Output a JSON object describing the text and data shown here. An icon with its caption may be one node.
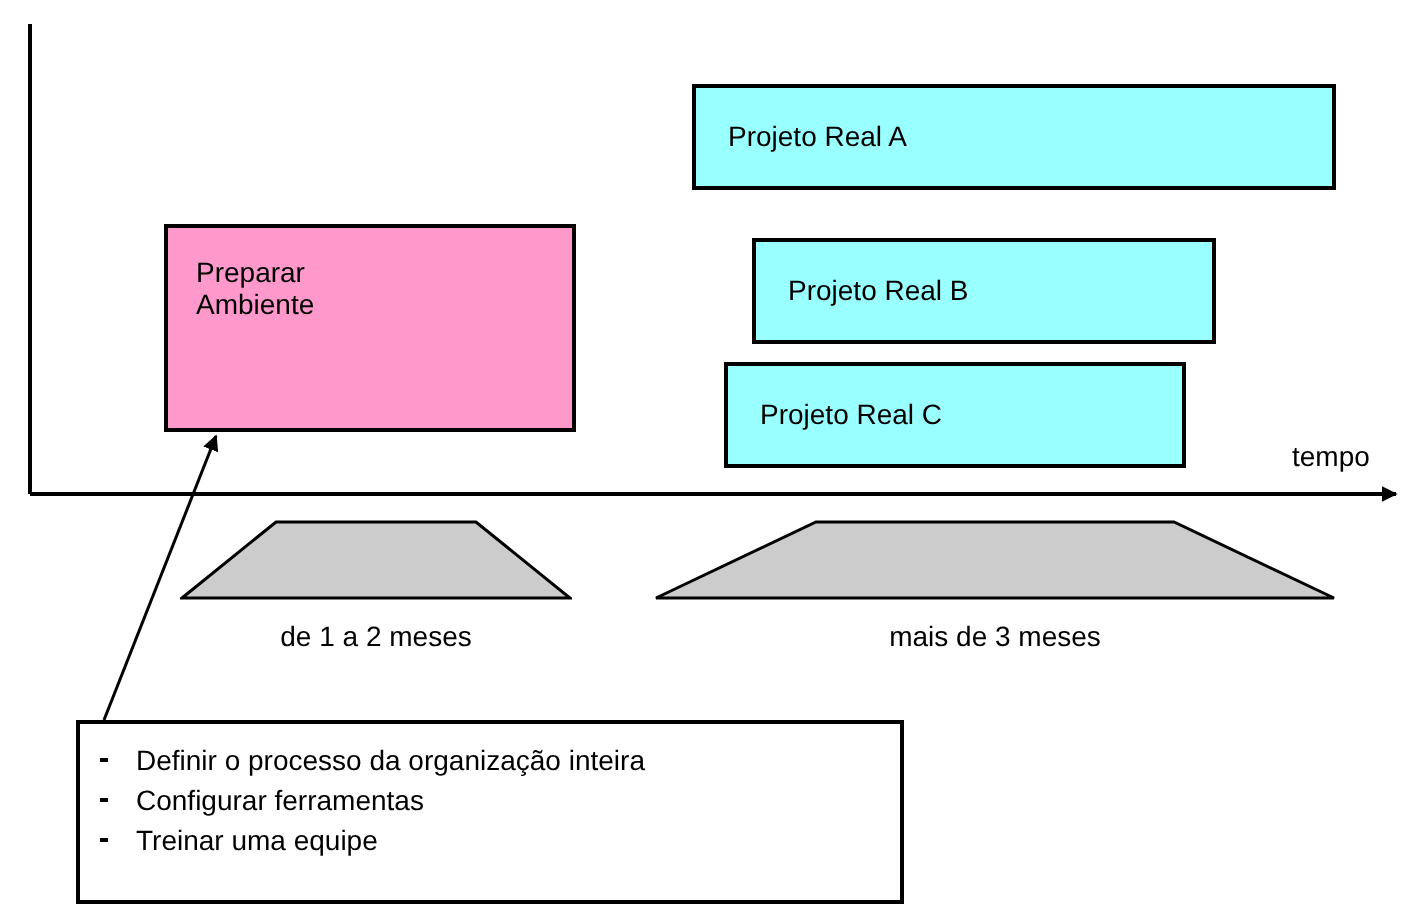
{
  "diagram": {
    "nodes": [
      {
        "text": [
          "Preparar Ambiente"
        ]
      },
      {
        "text": [
          "Projeto Real A"
        ]
      },
      {
        "text": [
          "Projeto Real B"
        ]
      },
      {
        "text": [
          "Projeto Real C"
        ]
      },
      {
        "text": [
          "de 1 a 2 meses"
        ]
      },
      {
        "text": [
          "mais de 3 meses"
        ]
      },
      {
        "text": [
          "Definir o processo da organização inteira",
          "Configurar ferramentas",
          "Treinar uma equipe"
        ]
      }
    ],
    "edges": [
      {
        "from": 6,
        "to": 0,
        "arrow": "to"
      }
    ],
    "labels": [
      "tempo"
    ]
  }
}
